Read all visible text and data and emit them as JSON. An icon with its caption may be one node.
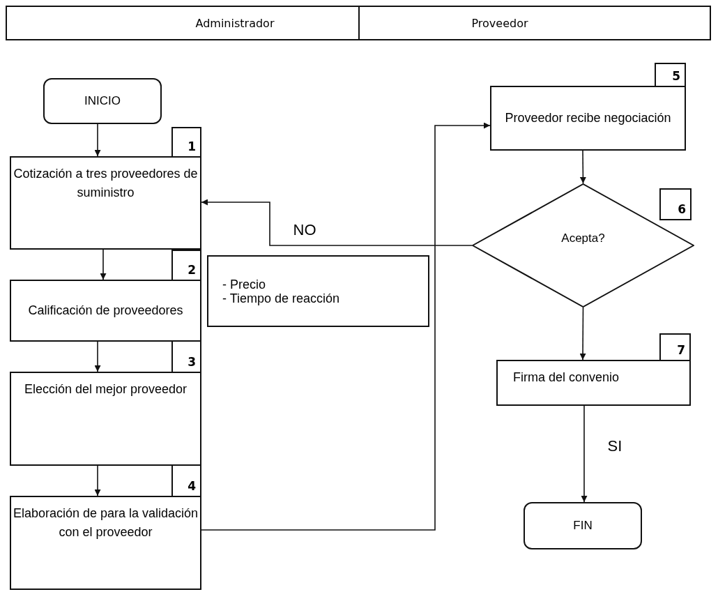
{
  "diagram": {
    "nodes": [
      {
        "text": [
          "Administrador"
        ]
      },
      {
        "text": [
          "Proveedor"
        ]
      },
      {
        "text": [
          "INICIO"
        ]
      },
      {
        "text": [
          "1"
        ]
      },
      {
        "text": [
          "Cotización a tres proveedores de suministro"
        ]
      },
      {
        "text": [
          "2"
        ]
      },
      {
        "text": [
          "Calificación de proveedores"
        ]
      },
      {
        "text": [
          "3"
        ]
      },
      {
        "text": [
          "Elección del mejor proveedor"
        ]
      },
      {
        "text": [
          "4"
        ]
      },
      {
        "text": [
          "Elaboración de para la validación con el proveedor"
        ]
      },
      {
        "text": [
          "- Precio",
          "- Tiempo de reacción"
        ]
      },
      {
        "text": [
          "5"
        ]
      },
      {
        "text": [
          "Proveedor recibe negociación"
        ]
      },
      {
        "text": [
          "6"
        ]
      },
      {
        "text": [
          "Acepta?"
        ]
      },
      {
        "text": [
          "7"
        ]
      },
      {
        "text": [
          "Firma del convenio"
        ]
      },
      {
        "text": [
          "FIN"
        ]
      }
    ],
    "edges": [
      {
        "from": 2,
        "to": 4,
        "arrow": "to"
      },
      {
        "from": 4,
        "to": 6,
        "arrow": "to"
      },
      {
        "from": 6,
        "to": 8,
        "arrow": "to"
      },
      {
        "from": 8,
        "to": 10,
        "arrow": "to"
      },
      {
        "from": 10,
        "to": 13,
        "arrow": "to"
      },
      {
        "from": 13,
        "to": 15,
        "arrow": "to"
      },
      {
        "from": 15,
        "to": 4,
        "arrow": "to",
        "label": "NO"
      },
      {
        "from": 15,
        "to": 17,
        "arrow": "to"
      },
      {
        "from": 17,
        "to": 18,
        "arrow": "to",
        "label": "SI"
      }
    ]
  }
}
